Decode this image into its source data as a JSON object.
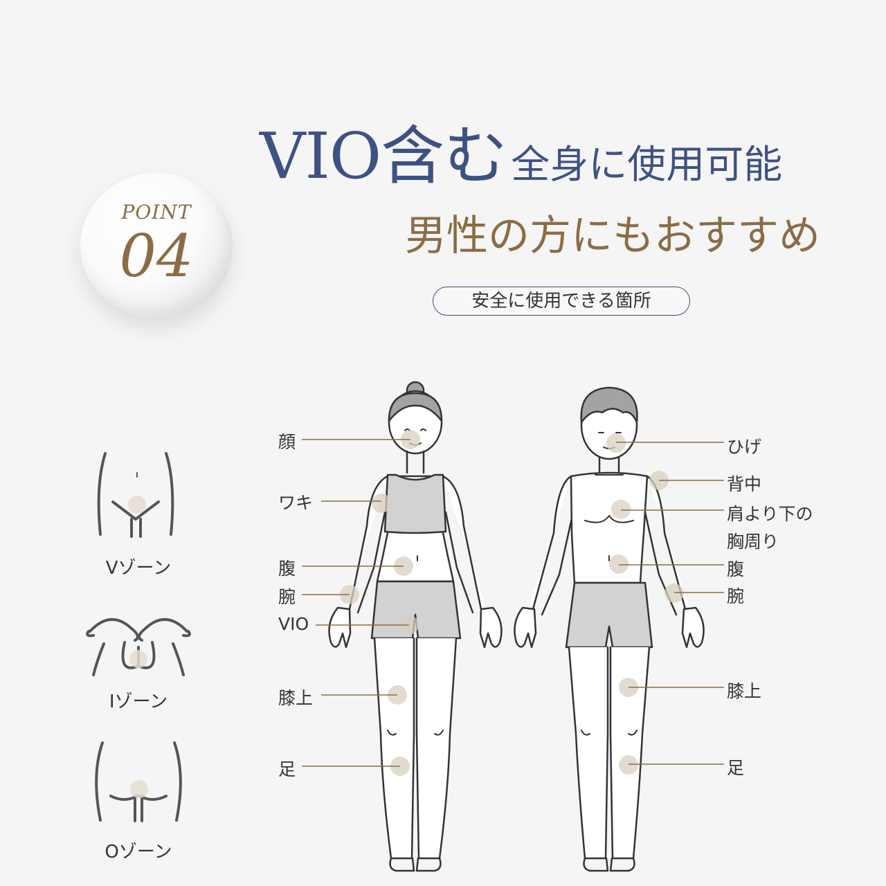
{
  "badge": {
    "word": "POINT",
    "number": "04"
  },
  "title": {
    "line1_main": "VIO含む",
    "line1_sub": "全身に使用可能",
    "line2": "男性の方にもおすすめ"
  },
  "pill": {
    "text": "安全に使用できる箇所"
  },
  "zones": [
    {
      "label": "Vゾーン"
    },
    {
      "label": "Iゾーン"
    },
    {
      "label": "Oゾーン"
    }
  ],
  "female_labels": [
    "顔",
    "ワキ",
    "腹",
    "腕",
    "VIO",
    "膝上",
    "足"
  ],
  "male_labels": [
    "ひげ",
    "背中",
    "肩より下の",
    "胸周り",
    "腹",
    "腕",
    "膝上",
    "足"
  ],
  "colors": {
    "navy": "#3e5183",
    "gold": "#8a6d45",
    "leader_line": "#8a6d45",
    "spot": "#e4dcd0",
    "clothing": "#d2d2d2",
    "hair": "#a3a3a3"
  }
}
